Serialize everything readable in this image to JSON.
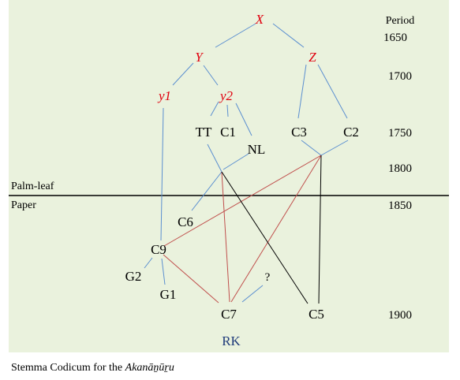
{
  "colors": {
    "background": "#eaf2dd",
    "hypothetical": "#e0000e",
    "manuscript": "#000000",
    "blue_line": "#5b8fd0",
    "red_line": "#c0504d",
    "black_line": "#000000",
    "rk_label": "#1f3b7a"
  },
  "nodes": {
    "X": "X",
    "Y": "Y",
    "Z": "Z",
    "y1": "y1",
    "y2": "y2",
    "TT": "TT",
    "C1": "C1",
    "NL": "NL",
    "C3": "C3",
    "C2": "C2",
    "C6": "C6",
    "C9": "C9",
    "G2": "G2",
    "G1": "G1",
    "C7": "C7",
    "C5": "C5",
    "query": "?",
    "RK": "RK"
  },
  "periods": [
    "1650",
    "1700",
    "1750",
    "1800",
    "1850",
    "1900"
  ],
  "period_header": "Period",
  "material": {
    "upper": "Palm-leaf",
    "lower": "Paper"
  },
  "caption": {
    "prefix": "Stemma Codicum for the ",
    "title": "Akanāṉūṟu"
  }
}
